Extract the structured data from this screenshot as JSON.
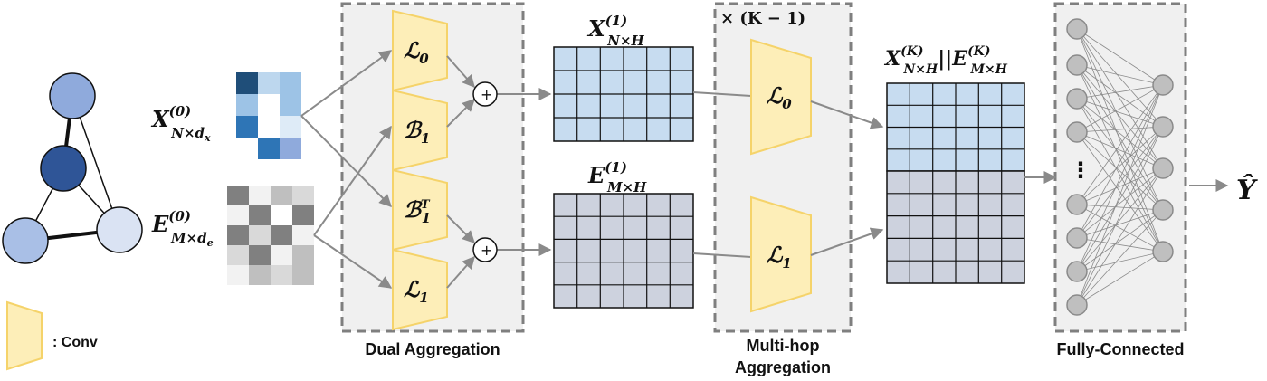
{
  "inputs": {
    "x0": {
      "base": "X",
      "sup": "(0)",
      "sub": "N×d",
      "subsub": "x"
    },
    "e0": {
      "base": "E",
      "sup": "(0)",
      "sub": "M×d",
      "subsub": "e"
    }
  },
  "dual_aggregation": {
    "caption": "Dual Aggregation",
    "ops": [
      {
        "base": "ℒ",
        "sub": "0",
        "sup": ""
      },
      {
        "base": "ℬ",
        "sub": "1",
        "sup": ""
      },
      {
        "base": "ℬ",
        "sub": "1",
        "sup": "T"
      },
      {
        "base": "ℒ",
        "sub": "1",
        "sup": ""
      }
    ],
    "plus": "+"
  },
  "hidden": {
    "x1": {
      "base": "X",
      "sup": "(1)",
      "sub": "N×H"
    },
    "e1": {
      "base": "E",
      "sup": "(1)",
      "sub": "M×H"
    }
  },
  "multihop": {
    "repeat": "× (K − 1)",
    "caption_line1": "Multi-hop",
    "caption_line2": "Aggregation",
    "ops": [
      {
        "base": "ℒ",
        "sub": "0"
      },
      {
        "base": "ℒ",
        "sub": "1"
      }
    ]
  },
  "concat": {
    "x_base": "X",
    "x_sup": "(K)",
    "x_sub": "N×H",
    "sep": "||",
    "e_base": "E",
    "e_sup": "(K)",
    "e_sub": "M×H"
  },
  "fc": {
    "caption": "Fully-Connected",
    "dots": "⋮"
  },
  "output": {
    "label": "Ŷ"
  },
  "legend": {
    "label": ": Conv"
  },
  "colors": {
    "box_border": "#7f7f7f",
    "box_fill": "#f0f0f0",
    "conv_fill": "#fdeeb8",
    "conv_stroke": "#f5d36a",
    "x_cell": "#c7dcf0",
    "e_cell": "#cdd2de",
    "arrow": "#8a8a8a",
    "node_fill": "#bfbfbf",
    "node_stroke": "#8a8a8a"
  }
}
